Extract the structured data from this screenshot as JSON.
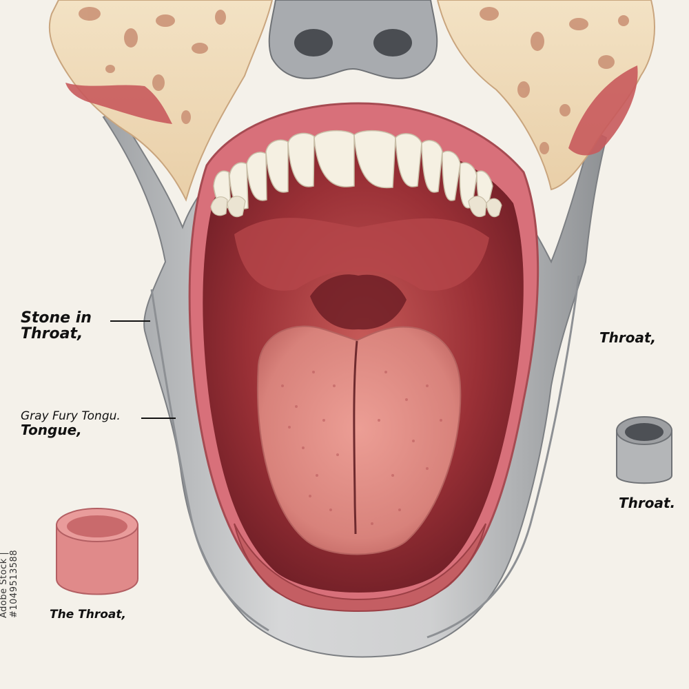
{
  "labels": {
    "stone_line1": "Stone in",
    "stone_line2": "Throat,",
    "gray_line1": "Gray Fury Tongu.",
    "gray_line2": "Tongue,",
    "throat_right": "Throat,",
    "throat_right_lower": "Throat.",
    "the_throat": "The Throat,"
  },
  "credit": "Adobe Stock | #1049513588",
  "colors": {
    "background": "#f4f1ea",
    "bone": "#efd9b8",
    "tissue_gray": "#b9bbbd",
    "lips": "#d8707a",
    "mouth_cavity": "#a33a40",
    "tongue": "#e19088",
    "teeth": "#f5f0e2"
  }
}
